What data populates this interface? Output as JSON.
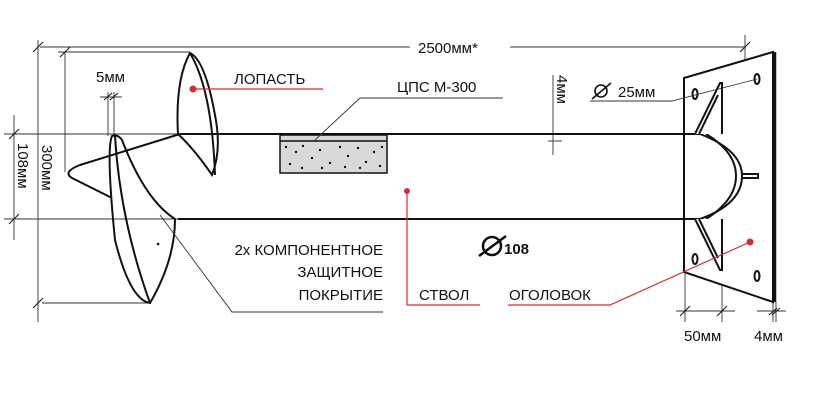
{
  "dimensions": {
    "length": "2500мм*",
    "blade_thickness": "5мм",
    "blade_diameter": "300мм",
    "pipe_diameter_mm": "108мм",
    "wall_thickness": "4мм",
    "hole_diameter": "25мм",
    "pipe_diameter_symbol": "108",
    "rib_width": "50мм",
    "plate_thickness": "4мм"
  },
  "labels": {
    "blade": "ЛОПАСТЬ",
    "concrete": "ЦПС М-300",
    "coating_line1": "2х КОМПОНЕНТНОЕ",
    "coating_line2": "ЗАЩИТНОЕ",
    "coating_line3": "ПОКРЫТИЕ",
    "shaft": "СТВОЛ",
    "head": "ОГОЛОВОК"
  },
  "colors": {
    "accent": "#c8323a",
    "line": "#111111",
    "fill": "#d9d9d9"
  }
}
